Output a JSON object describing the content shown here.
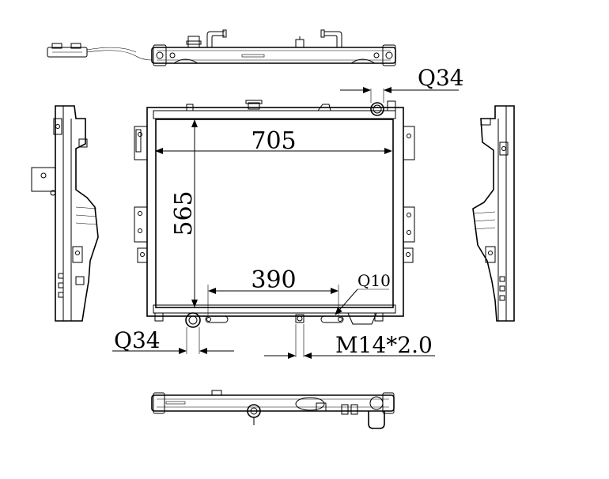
{
  "dimensions": {
    "width": "705",
    "height": "565",
    "inlet_spacing": "390",
    "outlet_top": "Q34",
    "outlet_bottom": "Q34",
    "small_port": "Q10",
    "thread": "M14*2.0"
  },
  "views": [
    "top-view",
    "front-view",
    "left-side-view",
    "right-side-view",
    "bottom-view"
  ]
}
